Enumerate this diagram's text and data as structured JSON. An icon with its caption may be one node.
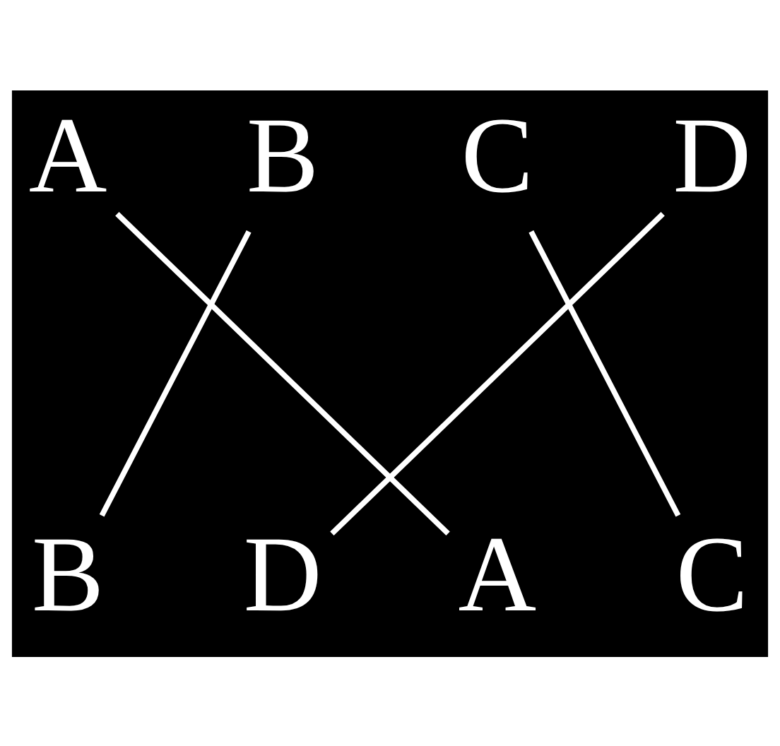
{
  "diagram": {
    "nodes": [
      {
        "text": [
          "A"
        ]
      },
      {
        "text": [
          "B"
        ]
      },
      {
        "text": [
          "C"
        ]
      },
      {
        "text": [
          "D"
        ]
      },
      {
        "text": [
          "B"
        ]
      },
      {
        "text": [
          "D"
        ]
      },
      {
        "text": [
          "A"
        ]
      },
      {
        "text": [
          "C"
        ]
      }
    ],
    "edges": [
      {
        "from": 0,
        "to": 6,
        "arrow": "none"
      },
      {
        "from": 1,
        "to": 4,
        "arrow": "none"
      },
      {
        "from": 2,
        "to": 7,
        "arrow": "none"
      },
      {
        "from": 3,
        "to": 5,
        "arrow": "none"
      }
    ]
  }
}
